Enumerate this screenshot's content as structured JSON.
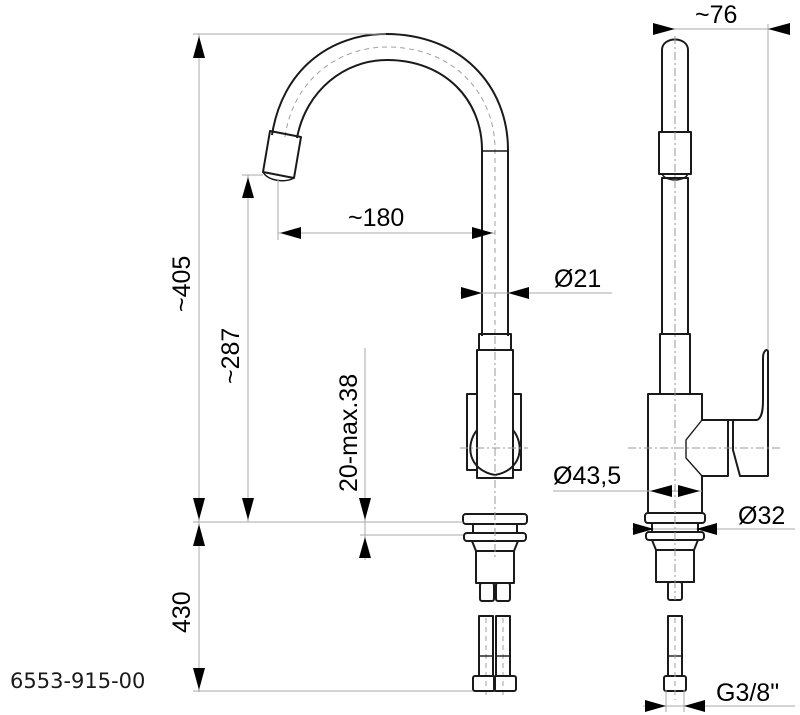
{
  "drawing": {
    "part_number": "6553-915-00",
    "views": {
      "front_view": {
        "dimensions": {
          "total_height": "~405",
          "spout_outlet_height": "~287",
          "spout_reach": "~180",
          "spout_diameter": "Ø21",
          "countertop_thickness": "20-max.38",
          "hose_length": "430"
        }
      },
      "side_view": {
        "dimensions": {
          "depth": "~76",
          "body_diameter": "Ø43,5",
          "mount_diameter": "Ø32",
          "connection_thread": "G3/8\""
        }
      }
    }
  }
}
